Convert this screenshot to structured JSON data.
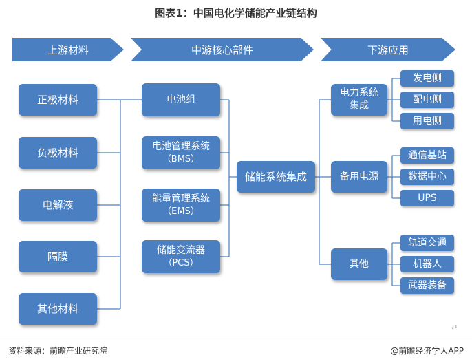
{
  "title": "图表1：中国电化学储能产业链结构",
  "stages": {
    "upstream": "上游材料",
    "midstream": "中游核心部件",
    "downstream": "下游应用"
  },
  "materials": [
    "正极材料",
    "负极材料",
    "电解液",
    "隔膜",
    "其他材料"
  ],
  "components": [
    {
      "line1": "电池组",
      "line2": ""
    },
    {
      "line1": "电池管理系统",
      "line2": "（BMS）"
    },
    {
      "line1": "能量管理系统",
      "line2": "（EMS）"
    },
    {
      "line1": "储能变流器",
      "line2": "（PCS）"
    }
  ],
  "integration": "储能系统集成",
  "applications": [
    {
      "line1": "电力系统",
      "line2": "集成",
      "items": [
        "发电侧",
        "配电侧",
        "用电侧"
      ]
    },
    {
      "line1": "备用电源",
      "line2": "",
      "items": [
        "通信基站",
        "数据中心",
        "UPS"
      ]
    },
    {
      "line1": "其他",
      "line2": "",
      "items": [
        "轨道交通",
        "机器人",
        "武器装备"
      ]
    }
  ],
  "footer": {
    "source": "资料来源：前瞻产业研究院",
    "brand": "@前瞻经济学人APP"
  },
  "colors": {
    "box": "#4a7fc1",
    "line": "#4a7fc1"
  },
  "return_mark": "↵"
}
